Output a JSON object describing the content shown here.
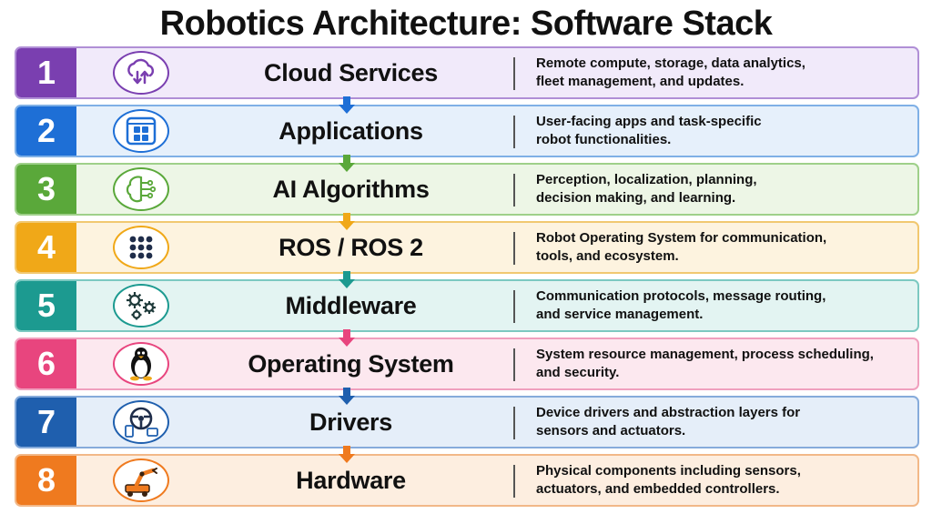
{
  "title": "Robotics Architecture: Software Stack",
  "layers": [
    {
      "number": "1",
      "name": "Cloud Services",
      "icon": "cloud-sync-icon",
      "desc_line1": "Remote compute, storage, data analytics,",
      "desc_line2": "fleet management, and updates.",
      "accent": "#7a3fb0",
      "bg": "#f1eafa",
      "border": "#b08fd6"
    },
    {
      "number": "2",
      "name": "Applications",
      "icon": "app-grid-icon",
      "desc_line1": "User-facing apps and task-specific",
      "desc_line2": "robot functionalities.",
      "accent": "#1e6fd6",
      "bg": "#e6f0fb",
      "border": "#7fb0e6"
    },
    {
      "number": "3",
      "name": "AI Algorithms",
      "icon": "ai-brain-icon",
      "desc_line1": "Perception, localization, planning,",
      "desc_line2": "decision making, and learning.",
      "accent": "#5aa83a",
      "bg": "#edf6e6",
      "border": "#9fd08a"
    },
    {
      "number": "4",
      "name": "ROS / ROS 2",
      "icon": "ros-dots-icon",
      "desc_line1": "Robot Operating System for communication,",
      "desc_line2": "tools, and ecosystem.",
      "accent": "#f0a818",
      "bg": "#fdf3df",
      "border": "#f1c870"
    },
    {
      "number": "5",
      "name": "Middleware",
      "icon": "gears-icon",
      "desc_line1": "Communication protocols, message routing,",
      "desc_line2": "and service management.",
      "accent": "#1c9a90",
      "bg": "#e3f4f2",
      "border": "#7cc9c1"
    },
    {
      "number": "6",
      "name": "Operating System",
      "icon": "linux-penguin-icon",
      "desc_line1": "System resource management, process scheduling,",
      "desc_line2": "and security.",
      "accent": "#e8457e",
      "bg": "#fce8ef",
      "border": "#f0a0be"
    },
    {
      "number": "7",
      "name": "Drivers",
      "icon": "steering-wheel-icon",
      "desc_line1": "Device drivers and abstraction layers for",
      "desc_line2": "sensors and actuators.",
      "accent": "#1f5fae",
      "bg": "#e5eef9",
      "border": "#86abdb"
    },
    {
      "number": "8",
      "name": "Hardware",
      "icon": "robot-arm-icon",
      "desc_line1": "Physical components including sensors,",
      "desc_line2": "actuators, and embedded controllers.",
      "accent": "#ef7a1f",
      "bg": "#fdeee0",
      "border": "#f2b888"
    }
  ]
}
